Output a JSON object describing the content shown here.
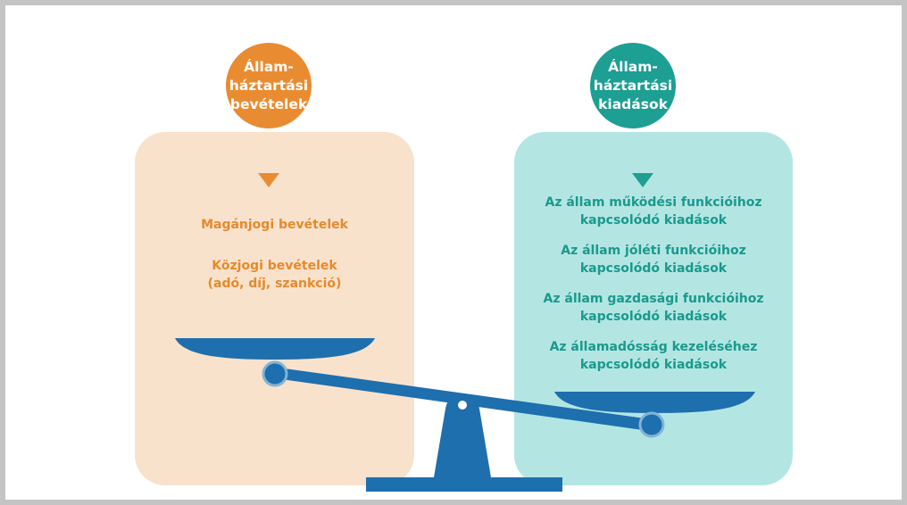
{
  "income": {
    "bubble_lines": [
      "Állam-",
      "háztartási",
      "bevételek"
    ],
    "items": [
      {
        "lines": [
          "Magánjogi bevételek"
        ]
      },
      {
        "lines": [
          "Közjogi bevételek",
          "(adó, díj, szankció)"
        ]
      }
    ]
  },
  "expenses": {
    "bubble_lines": [
      "Állam-",
      "háztartási",
      "kiadások"
    ],
    "items": [
      {
        "lines": [
          "Az állam működési funkcióihoz",
          "kapcsolódó kiadások"
        ]
      },
      {
        "lines": [
          "Az állam jóléti funkcióihoz",
          "kapcsolódó kiadások"
        ]
      },
      {
        "lines": [
          "Az állam gazdasági funkcióihoz",
          "kapcsolódó kiadások"
        ]
      },
      {
        "lines": [
          "Az államadósság kezeléséhez",
          "kapcsolódó kiadások"
        ]
      }
    ]
  },
  "colors": {
    "income_accent": "#e98c31",
    "income_panel": "#f9e2cc",
    "expense_accent": "#1d9f93",
    "expense_panel": "#b3e6e3",
    "scale_blue": "#1e6fae"
  },
  "icons": [
    "balance-scale-icon"
  ]
}
